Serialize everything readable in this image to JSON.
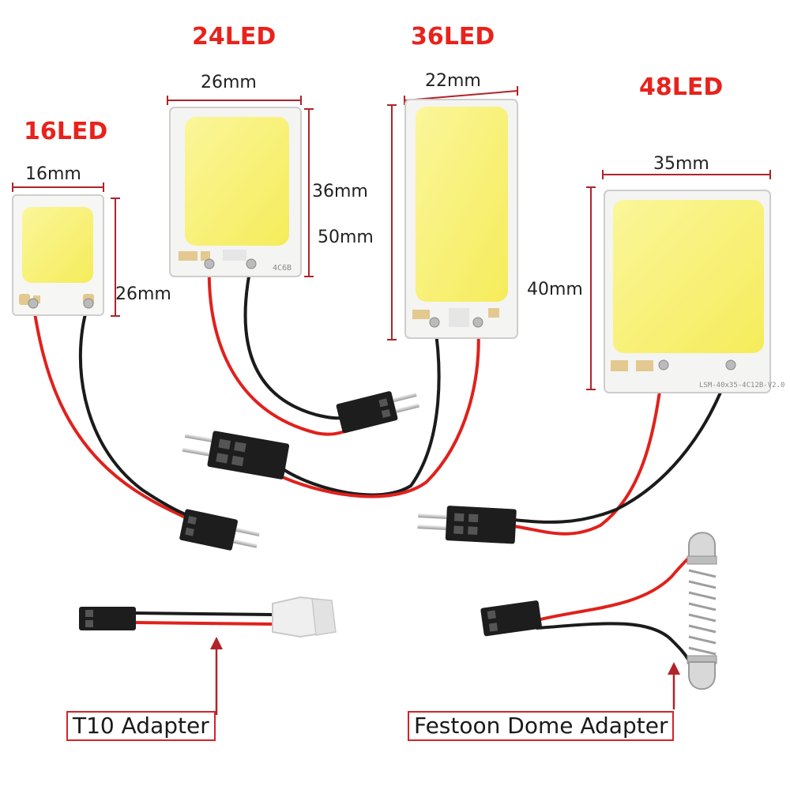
{
  "panels": [
    {
      "title": "16LED",
      "width_label": "16mm",
      "height_label": "26mm"
    },
    {
      "title": "24LED",
      "width_label": "26mm",
      "height_label": "36mm"
    },
    {
      "title": "36LED",
      "width_label": "22mm",
      "height_label": "50mm"
    },
    {
      "title": "48LED",
      "width_label": "35mm",
      "height_label": "40mm"
    }
  ],
  "adapters": {
    "t10": "T10 Adapter",
    "festoon": "Festoon Dome Adapter"
  },
  "pcb_text": {
    "p48_code": "LSM-40x35-4C12B-V2.0",
    "p24_code": "4C6B"
  },
  "colors": {
    "title_red": "#e8221c",
    "led_yellow": "#f8f27a",
    "wire_red": "#e0211c",
    "wire_black": "#1b1b1b"
  }
}
